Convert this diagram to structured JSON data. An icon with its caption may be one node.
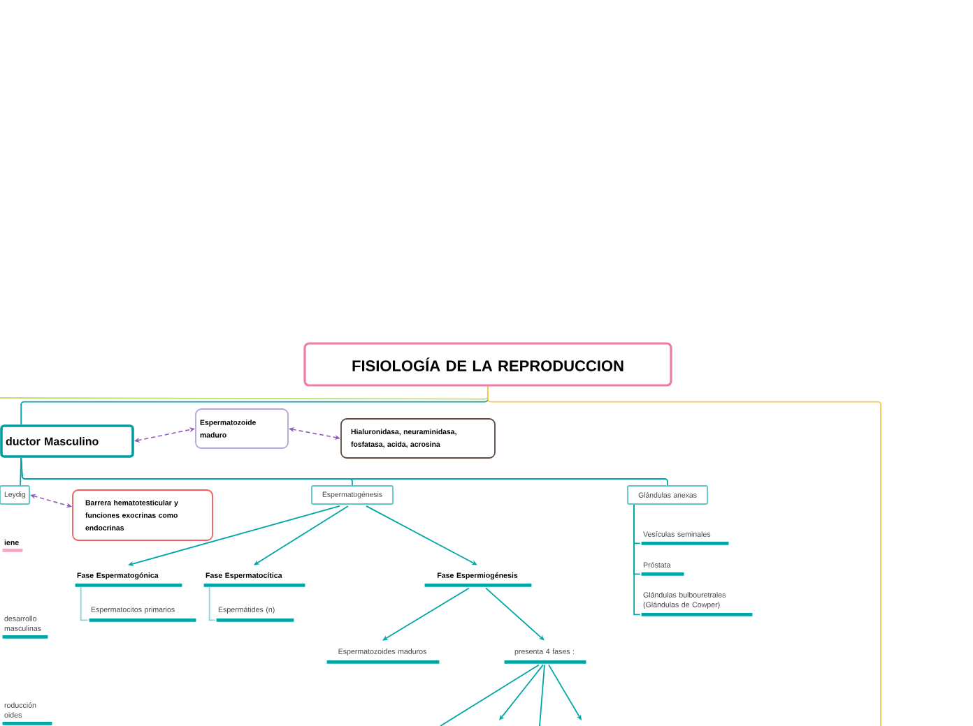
{
  "diagram": {
    "nodes": [
      {
        "text": [
          "FISIOLOGÍA DE LA REPRODUCCION"
        ]
      },
      {
        "text": [
          "ductor Masculino"
        ]
      },
      {
        "text": [
          "Espermatozoide maduro"
        ]
      },
      {
        "text": [
          "Hialuronidasa, neuraminidasa, fosfatasa, acida, acrosina"
        ]
      },
      {
        "text": [
          "Leydig"
        ]
      },
      {
        "text": [
          "Barrera hematotesticular y funciones exocrinas como endocrinas"
        ]
      },
      {
        "text": [
          "Espermatogénesis"
        ]
      },
      {
        "text": [
          "Glándulas anexas"
        ]
      },
      {
        "text": [
          "iene"
        ]
      },
      {
        "text": [
          "Fase Espermatogónica"
        ]
      },
      {
        "text": [
          "Fase Espermatocítica"
        ]
      },
      {
        "text": [
          "Fase Espermiogénesis"
        ]
      },
      {
        "text": [
          "Espermatocitos primarios"
        ]
      },
      {
        "text": [
          "Espermátides (n)"
        ]
      },
      {
        "text": [
          "desarrollo masculinas"
        ]
      },
      {
        "text": [
          "Espermatozoides maduros"
        ]
      },
      {
        "text": [
          "presenta 4 fases :"
        ]
      },
      {
        "text": [
          "Vesículas seminales"
        ]
      },
      {
        "text": [
          "Próstata"
        ]
      },
      {
        "text": [
          "Glándulas bulbouretrales (Glándulas de Cowper)"
        ]
      },
      {
        "text": [
          "roducción oides"
        ]
      }
    ],
    "edges": [
      {
        "from": 0,
        "to": 1,
        "arrow": "none"
      },
      {
        "from": 0,
        "to": null,
        "arrow": "none",
        "color": "#c4dc78"
      },
      {
        "from": 0,
        "to": null,
        "arrow": "none",
        "color": "#f8c848"
      },
      {
        "from": 1,
        "to": 2,
        "arrow": "both",
        "style": "dashed",
        "color": "#8e5cb4"
      },
      {
        "from": 2,
        "to": 3,
        "arrow": "both",
        "style": "dashed",
        "color": "#8e5cb4"
      },
      {
        "from": 1,
        "to": 4,
        "arrow": "none"
      },
      {
        "from": 1,
        "to": 6,
        "arrow": "none"
      },
      {
        "from": 1,
        "to": 7,
        "arrow": "none"
      },
      {
        "from": 4,
        "to": 5,
        "arrow": "both",
        "style": "dashed",
        "color": "#8e5cb4"
      },
      {
        "from": 6,
        "to": 9,
        "arrow": "to"
      },
      {
        "from": 6,
        "to": 10,
        "arrow": "to"
      },
      {
        "from": 6,
        "to": 11,
        "arrow": "to"
      },
      {
        "from": 9,
        "to": 12,
        "arrow": "none",
        "color": "#8cd4d4"
      },
      {
        "from": 10,
        "to": 13,
        "arrow": "none",
        "color": "#8cd4d4"
      },
      {
        "from": 11,
        "to": 15,
        "arrow": "to"
      },
      {
        "from": 11,
        "to": 16,
        "arrow": "to"
      },
      {
        "from": 16,
        "to": null,
        "arrow": "none"
      },
      {
        "from": 16,
        "to": null,
        "arrow": "to"
      },
      {
        "from": 16,
        "to": null,
        "arrow": "none"
      },
      {
        "from": 16,
        "to": null,
        "arrow": "to"
      },
      {
        "from": 7,
        "to": 17,
        "arrow": "none"
      },
      {
        "from": 7,
        "to": 18,
        "arrow": "none"
      },
      {
        "from": 7,
        "to": 19,
        "arrow": "none"
      }
    ]
  }
}
